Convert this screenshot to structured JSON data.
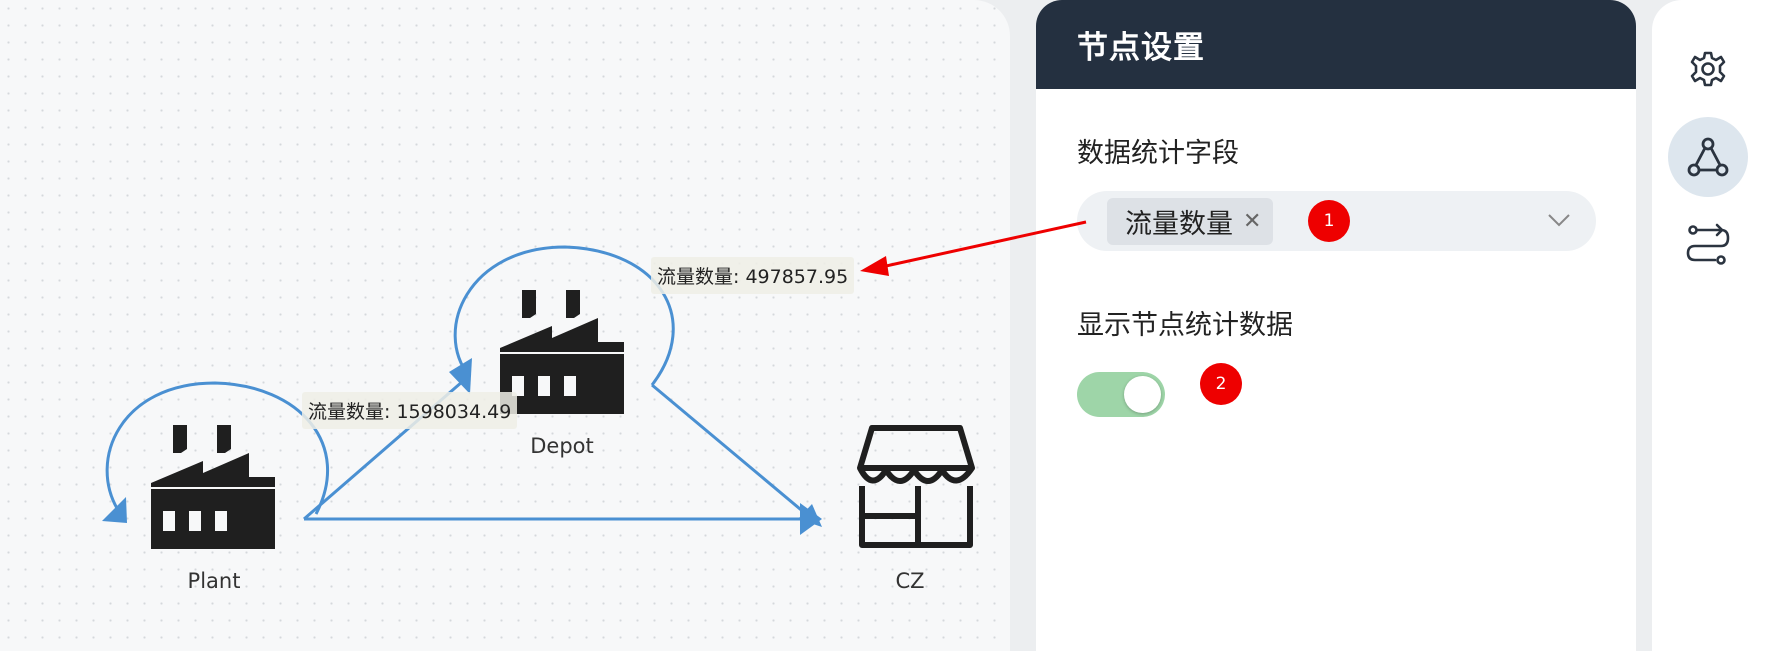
{
  "canvas": {
    "nodes": [
      {
        "id": "plant",
        "label": "Plant",
        "icon": "factory-icon"
      },
      {
        "id": "depot",
        "label": "Depot",
        "icon": "factory-icon"
      },
      {
        "id": "cz",
        "label": "CZ",
        "icon": "store-icon"
      }
    ],
    "edge_labels": {
      "depot": {
        "field": "流量数量: ",
        "value": "497857.95"
      },
      "plant": {
        "field": "流量数量: ",
        "value": "1598034.49"
      }
    },
    "edge_color": "#4a90d2"
  },
  "panel": {
    "title": "节点设置",
    "stat_field_label": "数据统计字段",
    "selected_tag": "流量数量",
    "show_stats_label": "显示节点统计数据",
    "show_stats_enabled": true,
    "header_color": "#243040",
    "toggle_color": "#9ed5a8"
  },
  "annotations": {
    "badge_1": "1",
    "badge_2": "2",
    "color": "#ee0000"
  },
  "rail": {
    "items": [
      {
        "icon": "gear-icon",
        "active": false
      },
      {
        "icon": "graph-nodes-icon",
        "active": true
      },
      {
        "icon": "route-icon",
        "active": false
      }
    ]
  }
}
